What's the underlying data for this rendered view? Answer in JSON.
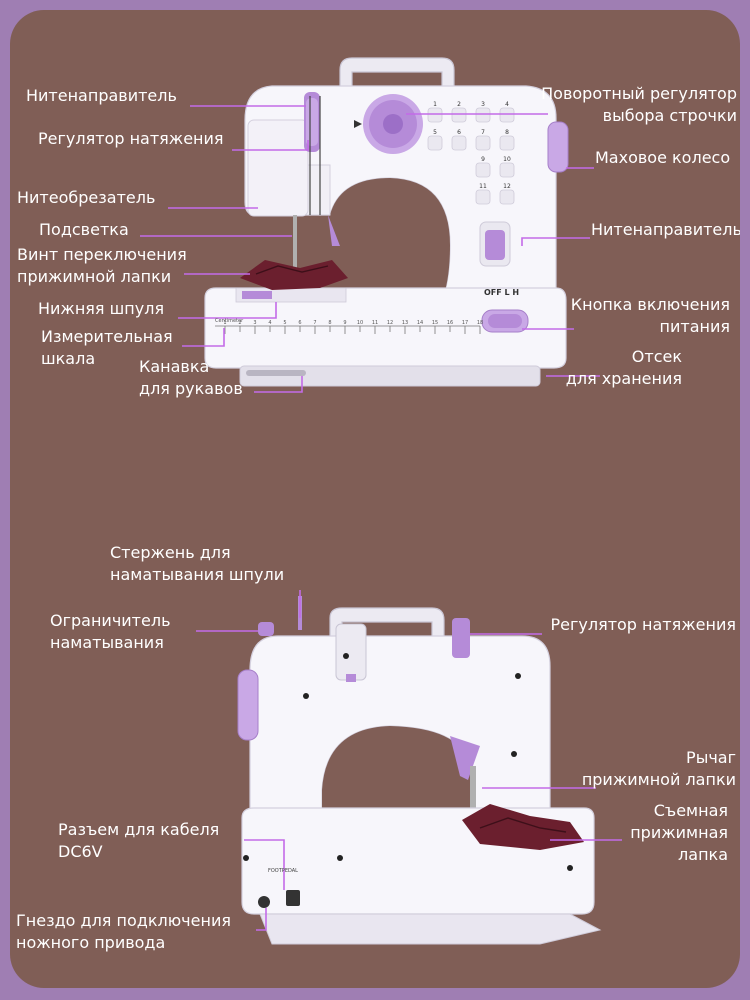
{
  "labels": {
    "thread_guide_top": "Нитенаправитель",
    "tension_top": "Регулятор натяжения",
    "thread_cutter": "Нитеобрезатель",
    "light": "Подсветка",
    "presser_screw_1": "Винт переключения",
    "presser_screw_2": "прижимной лапки",
    "bobbin": "Нижняя шпуля",
    "scale_1": "Измерительная",
    "scale_2": "шкала",
    "sleeve_1": "Канавка",
    "sleeve_2": "для рукавов",
    "dial_1": "Поворотный регулятор",
    "dial_2": "выбора строчки",
    "handwheel": "Маховое колесо",
    "thread_guide_right": "Нитенаправитель",
    "power_1": "Кнопка включения",
    "power_2": "питания",
    "storage_1": "Отсек",
    "storage_2": "для хранения",
    "spindle_1": "Стержень для",
    "spindle_2": "наматывания шпули",
    "stopper_1": "Ограничитель",
    "stopper_2": "наматывания",
    "tension_back": "Регулятор натяжения",
    "lever_1": "Рычаг",
    "lever_2": "прижимной лапки",
    "foot_1": "Съемная",
    "foot_2": "прижимная",
    "foot_3": "лапка",
    "dc_1": "Разъем для кабеля",
    "dc_2": "DC6V",
    "pedal_1": "Гнездо для подключения",
    "pedal_2": "ножного привода"
  },
  "machine_markings": {
    "switch": "OFF  L  H",
    "stitch_numbers": [
      "1",
      "2",
      "3",
      "4",
      "5",
      "6",
      "7",
      "8",
      "9",
      "10",
      "11",
      "12"
    ],
    "ruler_numbers": [
      "1",
      "2",
      "3",
      "4",
      "5",
      "6",
      "7",
      "8",
      "9",
      "10",
      "11",
      "12",
      "13",
      "14",
      "15",
      "16",
      "17",
      "18"
    ],
    "ruler_caption": "Centimeter",
    "back_caption": "FOOTPEDAL"
  },
  "colors": {
    "outer_background": "#9f7eb3",
    "panel_background": "#805e56",
    "machine_body": "#f7f6fb",
    "accent": "#b58bd8",
    "leader_line": "#c36be8",
    "fabric": "#6b1f2e"
  }
}
